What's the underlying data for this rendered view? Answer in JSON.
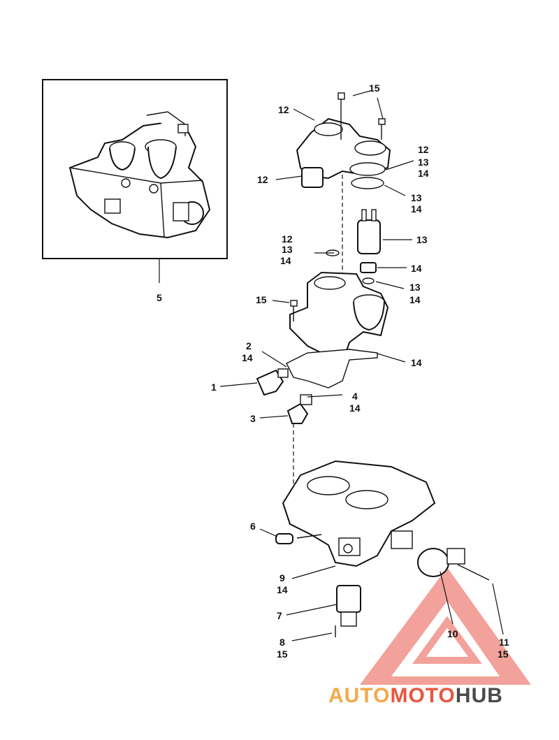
{
  "callouts": {
    "c5": "5",
    "c15_top": "15",
    "c12_a": "12",
    "c12_b": "12",
    "c12_c": "12",
    "c13_a": "13",
    "c14_a": "14",
    "c13_b": "13",
    "c14_b": "14",
    "c13_c": "13",
    "c12_d": "12",
    "c13_d": "13",
    "c14_d": "14",
    "c14_e": "14",
    "c13_e": "13",
    "c14_f": "14",
    "c15_mid": "15",
    "c2": "2",
    "c14_g": "14",
    "c14_h": "14",
    "c1": "1",
    "c4": "4",
    "c14_i": "14",
    "c3": "3",
    "c6": "6",
    "c9": "9",
    "c14_j": "14",
    "c7": "7",
    "c8": "8",
    "c15_b": "15",
    "c10": "10",
    "c11": "11",
    "c15_c": "15"
  },
  "watermark": {
    "part1": "AUTO",
    "part2": "MOTO",
    "part3": "HUB",
    "color1": "#f2a94a",
    "color2": "#e8573f",
    "color3": "#4a4a4a",
    "triangle_color": "#e8574a"
  }
}
